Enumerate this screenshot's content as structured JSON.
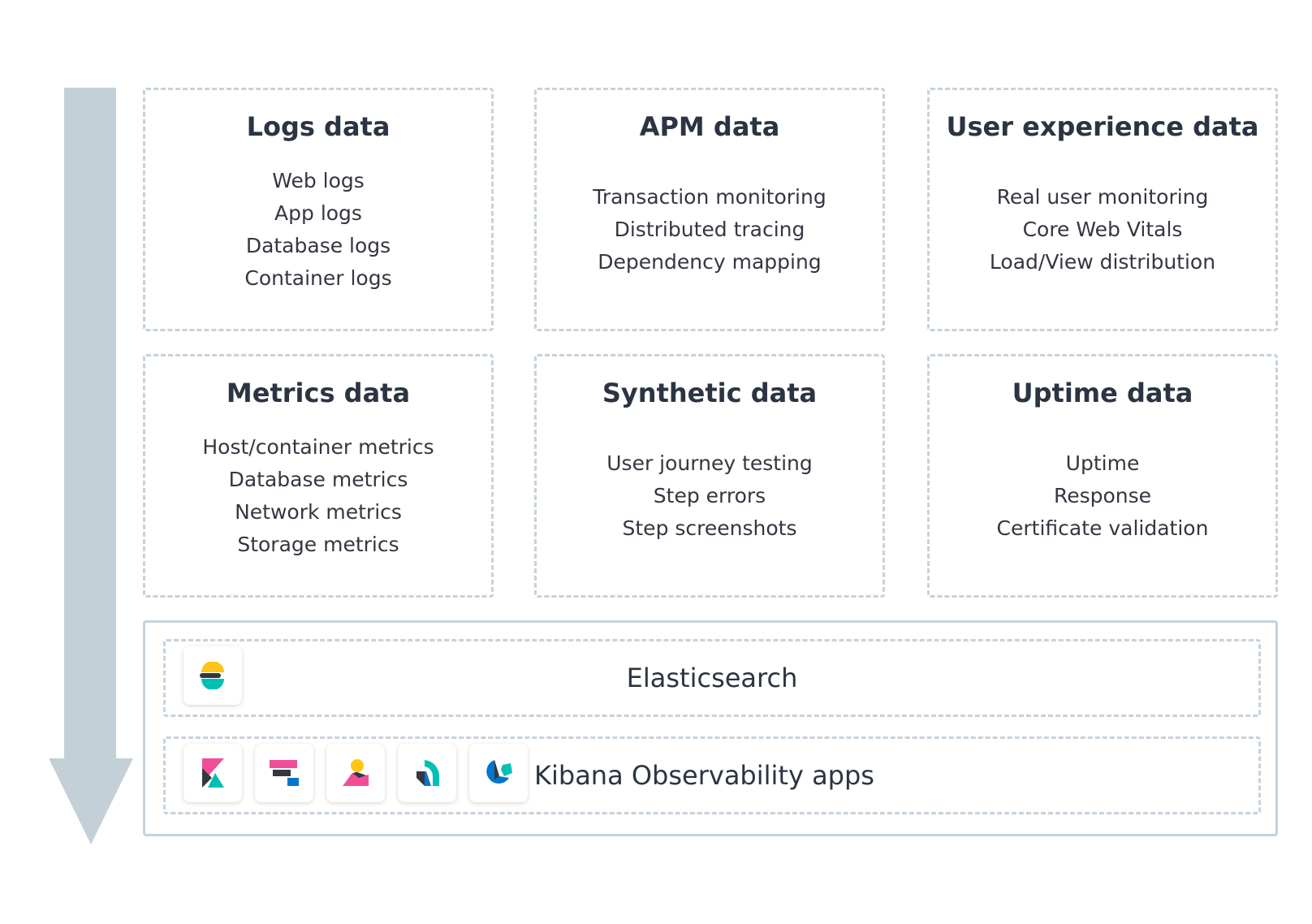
{
  "cards": [
    {
      "title": "Logs data",
      "items": [
        "Web logs",
        "App logs",
        "Database logs",
        "Container logs"
      ]
    },
    {
      "title": "APM data",
      "items": [
        "Transaction monitoring",
        "Distributed tracing",
        "Dependency mapping"
      ]
    },
    {
      "title": "User experience data",
      "items": [
        "Real user monitoring",
        "Core Web Vitals",
        "Load/View distribution"
      ]
    },
    {
      "title": "Metrics data",
      "items": [
        "Host/container metrics",
        "Database metrics",
        "Network metrics",
        "Storage metrics"
      ]
    },
    {
      "title": "Synthetic data",
      "items": [
        "User journey testing",
        "Step errors",
        "Step screenshots"
      ]
    },
    {
      "title": "Uptime data",
      "items": [
        "Uptime",
        "Response",
        "Certificate validation"
      ]
    }
  ],
  "stack": {
    "elasticsearch": {
      "title": "Elasticsearch",
      "icon": "elasticsearch-logo-icon"
    },
    "kibana": {
      "title": "Kibana Observability apps",
      "icons": [
        "kibana-logo-icon",
        "logs-app-icon",
        "uptime-app-icon",
        "metrics-app-icon",
        "apm-app-icon"
      ]
    }
  },
  "colors": {
    "border": "#c6d2db",
    "arrow": "#c4d0d8",
    "text": "#2b3442",
    "pink": "#f04e98",
    "teal": "#00bfb3",
    "yellow": "#fec514",
    "blue": "#0077cc",
    "dark": "#343741"
  }
}
